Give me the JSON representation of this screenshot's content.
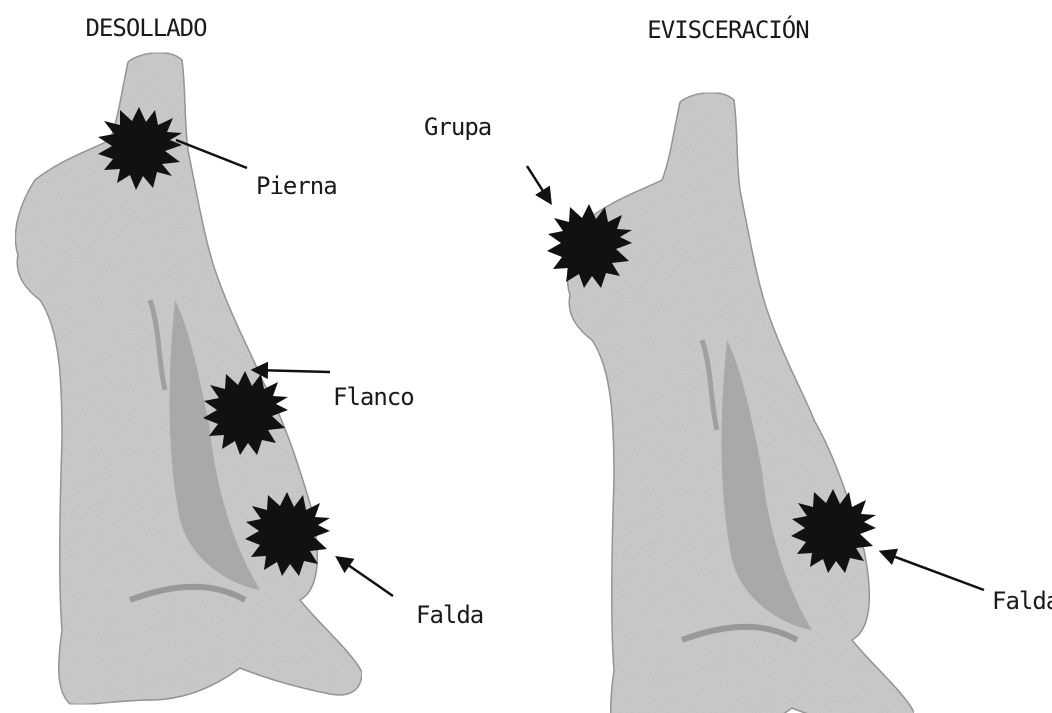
{
  "panels": [
    {
      "title": "DESOLLADO",
      "labels": {
        "pierna": "Pierna",
        "flanco": "Flanco",
        "falda": "Falda"
      }
    },
    {
      "title": "EVISCERACIÓN",
      "labels": {
        "grupa": "Grupa",
        "falda": "Falda"
      }
    }
  ],
  "colors": {
    "background": "#ffffff",
    "carcass": "#cfcfcf",
    "carcass_shadow": "#8f8f8f",
    "marker": "#111111",
    "text": "#1a1a1a"
  }
}
